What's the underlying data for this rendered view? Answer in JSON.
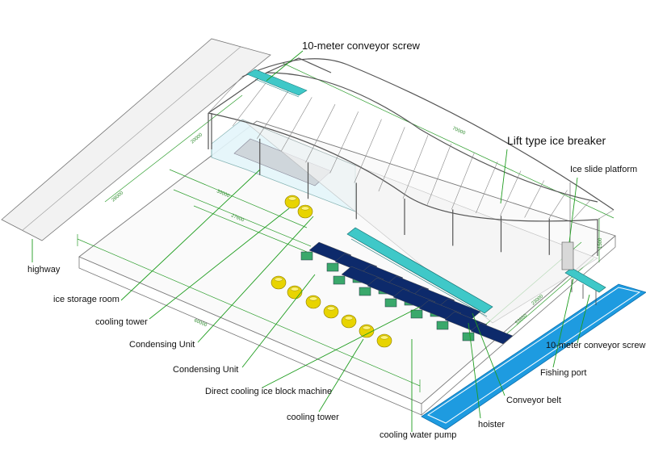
{
  "labels": {
    "conveyor_screw_top": "10-meter conveyor screw",
    "lift_ice_breaker": "Lift type ice breaker",
    "ice_slide_platform": "Ice slide platform",
    "highway": "highway",
    "ice_storage_room": "ice storage room",
    "cooling_tower_1": "cooling tower",
    "condensing_unit_1": "Condensing Unit",
    "condensing_unit_2": "Condensing Unit",
    "ice_block_machine": "Direct cooling ice block machine",
    "cooling_tower_2": "cooling tower",
    "cooling_water_pump": "cooling water pump",
    "hoister": "hoister",
    "conveyor_belt": "Conveyor belt",
    "fishing_port": "Fishing port",
    "conveyor_screw_bottom": "10-meter conveyor screw"
  },
  "dimensions": {
    "d1": "70000",
    "d2": "28000",
    "d3": "30000",
    "d4": "27600",
    "d5": "20000",
    "d6": "60000",
    "d7": "23000",
    "d8": "53650",
    "d9": "1500"
  },
  "colors": {
    "leader": "#1f9d1f",
    "conveyor": "#3fc8c8",
    "sea": "#1e9be0",
    "cooling_tower": "#e8d400",
    "machine_green": "#3aa86b",
    "ice_block": "#0d2a6b"
  }
}
